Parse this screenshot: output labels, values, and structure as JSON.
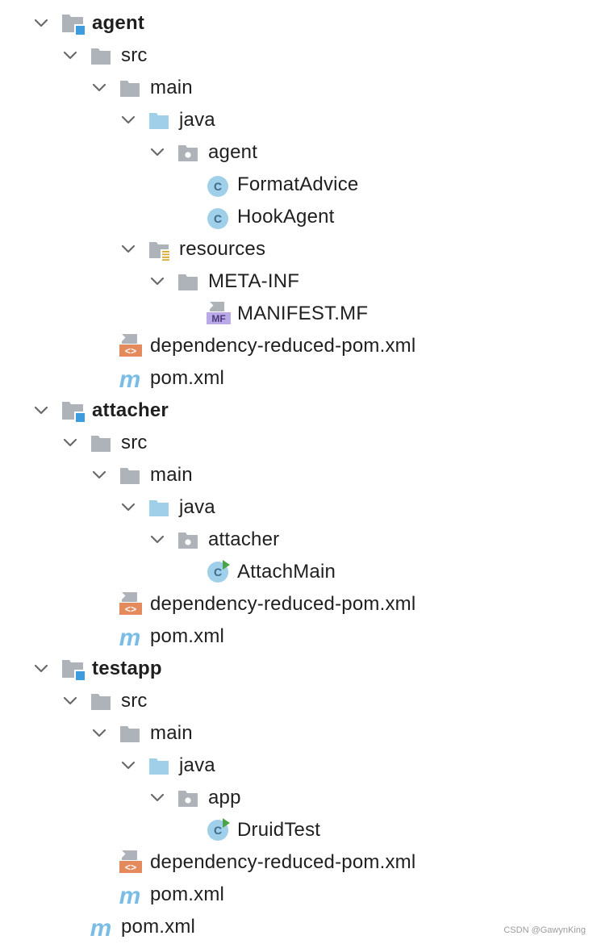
{
  "tree": [
    {
      "level": 0,
      "label": "agent",
      "icon": "module-icon",
      "expanded": true,
      "bold": true
    },
    {
      "level": 1,
      "label": "src",
      "icon": "folder-icon",
      "expanded": true
    },
    {
      "level": 2,
      "label": "main",
      "icon": "folder-icon",
      "expanded": true
    },
    {
      "level": 3,
      "label": "java",
      "icon": "source-folder-icon",
      "expanded": true
    },
    {
      "level": 4,
      "label": "agent",
      "icon": "package-icon",
      "expanded": true
    },
    {
      "level": 5,
      "label": "FormatAdvice",
      "icon": "class-icon"
    },
    {
      "level": 5,
      "label": "HookAgent",
      "icon": "class-icon"
    },
    {
      "level": 3,
      "label": "resources",
      "icon": "resources-folder-icon",
      "expanded": true
    },
    {
      "level": 4,
      "label": "META-INF",
      "icon": "folder-icon",
      "expanded": true
    },
    {
      "level": 5,
      "label": "MANIFEST.MF",
      "icon": "manifest-icon"
    },
    {
      "level": 2,
      "label": "dependency-reduced-pom.xml",
      "icon": "xml-file-icon"
    },
    {
      "level": 2,
      "label": "pom.xml",
      "icon": "maven-icon"
    },
    {
      "level": 0,
      "label": "attacher",
      "icon": "module-icon",
      "expanded": true,
      "bold": true
    },
    {
      "level": 1,
      "label": "src",
      "icon": "folder-icon",
      "expanded": true
    },
    {
      "level": 2,
      "label": "main",
      "icon": "folder-icon",
      "expanded": true
    },
    {
      "level": 3,
      "label": "java",
      "icon": "source-folder-icon",
      "expanded": true
    },
    {
      "level": 4,
      "label": "attacher",
      "icon": "package-icon",
      "expanded": true
    },
    {
      "level": 5,
      "label": "AttachMain",
      "icon": "runnable-class-icon"
    },
    {
      "level": 2,
      "label": "dependency-reduced-pom.xml",
      "icon": "xml-file-icon"
    },
    {
      "level": 2,
      "label": "pom.xml",
      "icon": "maven-icon"
    },
    {
      "level": 0,
      "label": "testapp",
      "icon": "module-icon",
      "expanded": true,
      "bold": true
    },
    {
      "level": 1,
      "label": "src",
      "icon": "folder-icon",
      "expanded": true
    },
    {
      "level": 2,
      "label": "main",
      "icon": "folder-icon",
      "expanded": true
    },
    {
      "level": 3,
      "label": "java",
      "icon": "source-folder-icon",
      "expanded": true
    },
    {
      "level": 4,
      "label": "app",
      "icon": "package-icon",
      "expanded": true
    },
    {
      "level": 5,
      "label": "DruidTest",
      "icon": "runnable-class-icon"
    },
    {
      "level": 2,
      "label": "dependency-reduced-pom.xml",
      "icon": "xml-file-icon"
    },
    {
      "level": 2,
      "label": "pom.xml",
      "icon": "maven-icon"
    },
    {
      "level": 1,
      "label": "pom.xml",
      "icon": "maven-icon"
    }
  ],
  "watermark": "CSDN @GawynKing",
  "colors": {
    "folder": "#aeb3b9",
    "source_folder": "#9fcfe9",
    "module_badge": "#3d9be0",
    "class_circle": "#9fcfe9",
    "class_letter": "#3a6c8a",
    "run_arrow": "#4da34a",
    "xml_badge": "#e48a5c",
    "manifest_badge": "#b9a9e6",
    "resources_lines": "#d9a62c",
    "maven": "#79bde6",
    "chevron": "#6b6b6b"
  }
}
